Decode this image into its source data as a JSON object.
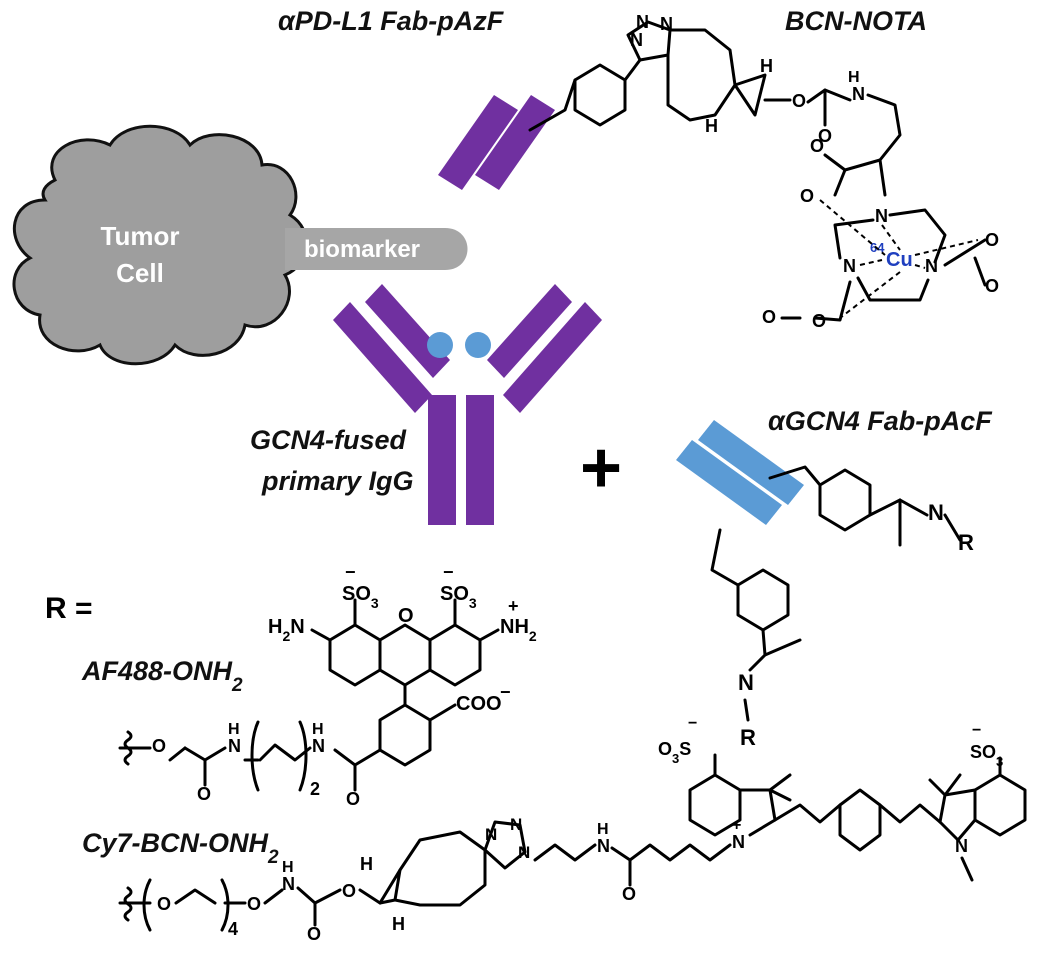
{
  "labels": {
    "apdl1_fab": "αPD-L1 Fab-pAzF",
    "bcn_nota": "BCN-NOTA",
    "tumor_line1": "Tumor",
    "tumor_line2": "Cell",
    "biomarker": "biomarker",
    "igg_line1": "GCN4-fused",
    "igg_line2": "primary IgG",
    "plus": "+",
    "agcn4_fab": "αGCN4 Fab-pAcF",
    "r_equals": "R =",
    "af488_main": "AF488-ONH",
    "af488_sub": "2",
    "cy7_main": "Cy7-BCN-ONH",
    "cy7_sub": "2"
  },
  "atoms": {
    "N": "N",
    "O": "O",
    "H": "H",
    "R": "R",
    "cu_mass": "64",
    "cu": "Cu",
    "so3": "SO",
    "so3_sub": "3",
    "o3s": "O",
    "o3s_sub": "3",
    "o3s_s": "S",
    "nh2": "NH",
    "h2n": "H",
    "h2n_n": "N",
    "coo": "COO",
    "minus": "−",
    "plus_charge": "+",
    "repeat_2": "2",
    "repeat_4": "4"
  },
  "colors": {
    "tumor": "#9e9e9e",
    "biomarker": "#a6a6a6",
    "igg": "#7030a0",
    "antigen": "#5b9bd5",
    "fab_gcn4": "#5b9bd5",
    "copper": "#1f3fbf"
  }
}
